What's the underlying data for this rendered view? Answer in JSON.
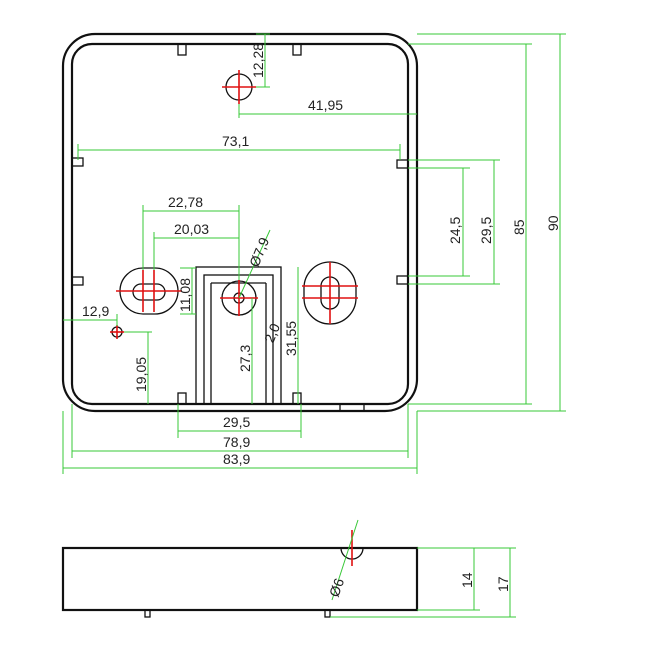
{
  "colors": {
    "outline": "#111111",
    "dimension": "#37c837",
    "centerline": "#e01010",
    "text": "#222222"
  },
  "dimensions": {
    "hole_offset_top": "12,28",
    "hole_offset_right": "41,95",
    "tab_span": "73,1",
    "slot_outer": "22,78",
    "slot_inner": "20,03",
    "hole_dia_large": "Ø7,9",
    "slot_height": "11,08",
    "side_offset": "12,9",
    "small_hole_height": "19,05",
    "inner_window_width": "29,5",
    "inner_window_height": "27,3",
    "center_hole_height": "31,55",
    "cut_small": "2,0",
    "right_tab_span": "24,5",
    "right_tab_outer": "29,5",
    "height_inner": "85",
    "height_outer": "90",
    "bottom_window": "29,5",
    "width_inner": "78,9",
    "width_outer": "83,9",
    "side_hole_dia": "Ø6",
    "side_height_inner": "14",
    "side_height_outer": "17"
  }
}
